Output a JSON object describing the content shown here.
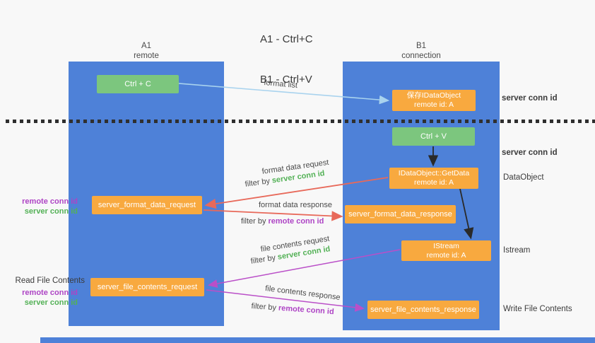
{
  "title": {
    "line1": "A1 - Ctrl+C",
    "line2": "B1 - Ctrl+V"
  },
  "columns": {
    "a": {
      "id": "A1",
      "name": "remote"
    },
    "b": {
      "id": "B1",
      "name": "connection"
    }
  },
  "nodes": {
    "ctrl_c": {
      "label": "Ctrl + C"
    },
    "save_dataobject": {
      "line1": "保存IDataObject",
      "line2": "remote id: A"
    },
    "ctrl_v": {
      "label": "Ctrl + V"
    },
    "getdata": {
      "line1": "IDataObject::GetData",
      "line2": "remote id: A"
    },
    "server_format_data_request": {
      "label": "server_format_data_request"
    },
    "server_format_data_response": {
      "label": "server_format_data_response"
    },
    "istream": {
      "line1": "IStream",
      "line2": "remote id: A"
    },
    "server_file_contents_request": {
      "label": "server_file_contents_request"
    },
    "server_file_contents_response": {
      "label": "server_file_contents_response"
    }
  },
  "arrow_labels": {
    "format_list": "format list",
    "format_data_request": "format data request",
    "format_data_response": "format data response",
    "file_contents_request": "file contents request",
    "file_contents_response": "file contents response",
    "filter_by": "filter by",
    "server_conn_id": "server conn id",
    "remote_conn_id": "remote conn id"
  },
  "side_labels": {
    "server_conn_id_top": "server conn id",
    "server_conn_id_mid": "server conn id",
    "dataobject": "DataObject",
    "istream": "Istream",
    "write_file_contents": "Write File Contents",
    "read_file_contents": "Read File Contents",
    "remote_conn_id": "remote conn id",
    "server_conn_id": "server conn id"
  },
  "colors": {
    "column_blue": "#4e81d8",
    "node_green": "#7cc67e",
    "node_orange": "#f8a93f",
    "accent_green": "#53b156",
    "accent_purple": "#ae44c5",
    "arrow_red": "#e8695a",
    "arrow_light_blue": "#a9d3ee",
    "arrow_purple": "#ba4fc8",
    "arrow_black": "#2a2a2a"
  }
}
